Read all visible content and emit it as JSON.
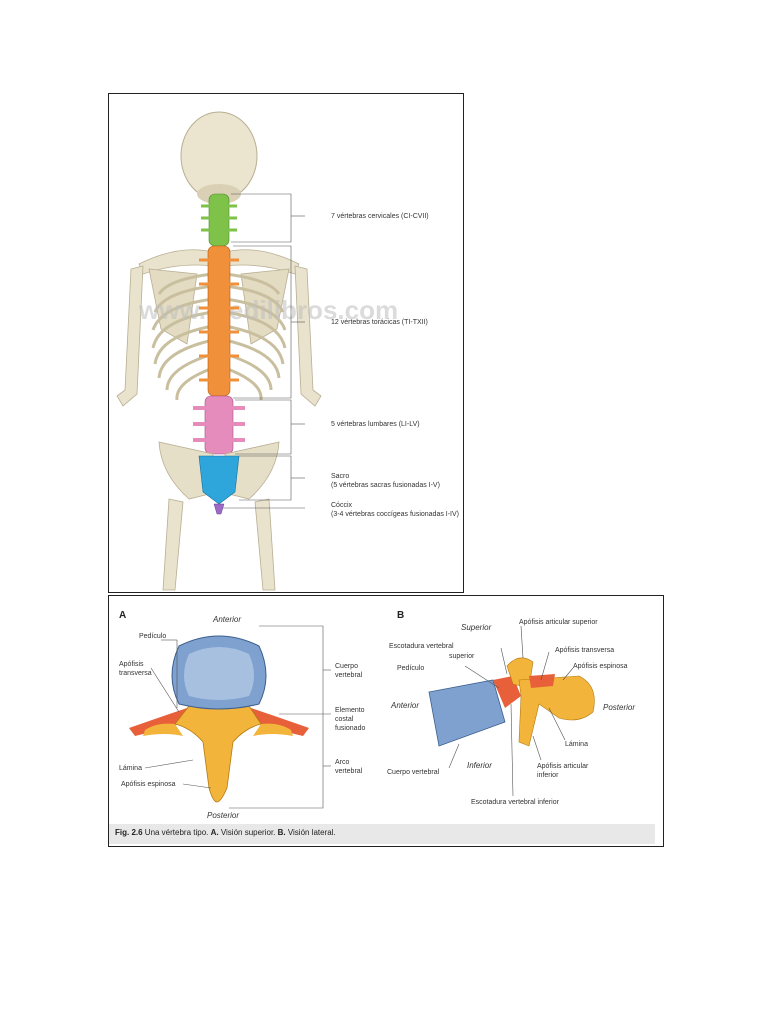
{
  "figure": {
    "watermark": "www.medilibros.com",
    "top_labels": {
      "cervical": "7 vértebras cervicales (CI-CVII)",
      "thoracic": "12 vértebras torácicas (TI-TXII)",
      "lumbar": "5 vértebras lumbares (LI-LV)",
      "sacrum_title": "Sacro",
      "sacrum_detail": "(5 vértebras sacras fusionadas I-V)",
      "coccyx_title": "Cóccix",
      "coccyx_detail": "(3-4 vértebras coccígeas fusionadas I-IV)"
    },
    "panel_a": {
      "letter": "A",
      "anterior": "Anterior",
      "posterior": "Posterior",
      "pediculo": "Pedículo",
      "apofisis_transversa_1": "Apófisis",
      "apofisis_transversa_2": "transversa",
      "lamina": "Lámina",
      "apofisis_espinosa": "Apófisis espinosa",
      "cuerpo_vertebral_1": "Cuerpo",
      "cuerpo_vertebral_2": "vertebral",
      "elemento_costal_1": "Elemento",
      "elemento_costal_2": "costal",
      "elemento_costal_3": "fusionado",
      "arco_vertebral_1": "Arco",
      "arco_vertebral_2": "vertebral"
    },
    "panel_b": {
      "letter": "B",
      "superior": "Superior",
      "inferior": "Inferior",
      "anterior": "Anterior",
      "posterior": "Posterior",
      "apofisis_articular_superior": "Apófisis articular superior",
      "escotadura_superior_1": "Escotadura vertebral",
      "escotadura_superior_2": "superior",
      "pediculo": "Pedículo",
      "apofisis_transversa": "Apófisis transversa",
      "apofisis_espinosa": "Apófisis espinosa",
      "lamina": "Lámina",
      "apofisis_articular_inferior_1": "Apófisis articular",
      "apofisis_articular_inferior_2": "inferior",
      "cuerpo_vertebral": "Cuerpo vertebral",
      "escotadura_inferior": "Escotadura vertebral inferior"
    },
    "caption": {
      "number": "Fig. 2.6",
      "text": " Una vértebra tipo. ",
      "a_letter": "A.",
      "a_text": " Visión superior. ",
      "b_letter": "B.",
      "b_text": " Visión lateral."
    }
  },
  "colors": {
    "cervical": "#7ec24a",
    "thoracic": "#f0903a",
    "lumbar": "#e58cbc",
    "sacrum": "#2ea6dc",
    "coccyx": "#9b6bc6",
    "bone": "#e9e2cc",
    "vertebral_body": "#7fa1cf",
    "arch": "#f2b43a",
    "costal": "#e8603a"
  }
}
